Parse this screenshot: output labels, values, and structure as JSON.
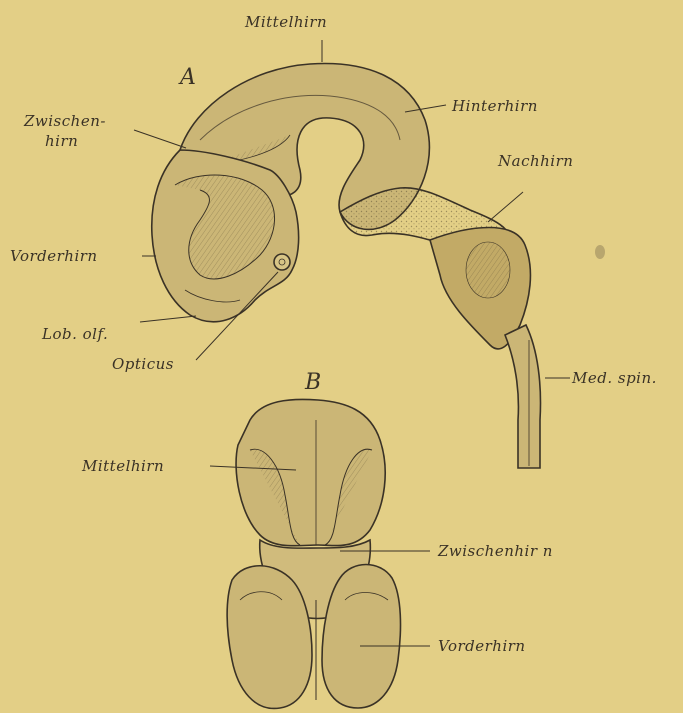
{
  "figure_a": {
    "letter": "A",
    "labels": {
      "mittelhirn": "Mittelhirn",
      "hinterhirn": "Hinterhirn",
      "zwischenhirn_line1": "Zwischen-",
      "zwischenhirn_line2": "hirn",
      "nachhirn": "Nachhirn",
      "vorderhirn": "Vorderhirn",
      "lob_olf": "Lob. olf.",
      "opticus": "Opticus",
      "med_spin": "Med. spin."
    }
  },
  "figure_b": {
    "letter": "B",
    "labels": {
      "mittelhirn": "Mittelhirn",
      "zwischenhirn": "Zwischenhir n",
      "vorderhirn": "Vorderhirn"
    }
  },
  "colors": {
    "paper": "#e3cf86",
    "ink": "#3a3226",
    "tissue": "#c7b06e"
  }
}
